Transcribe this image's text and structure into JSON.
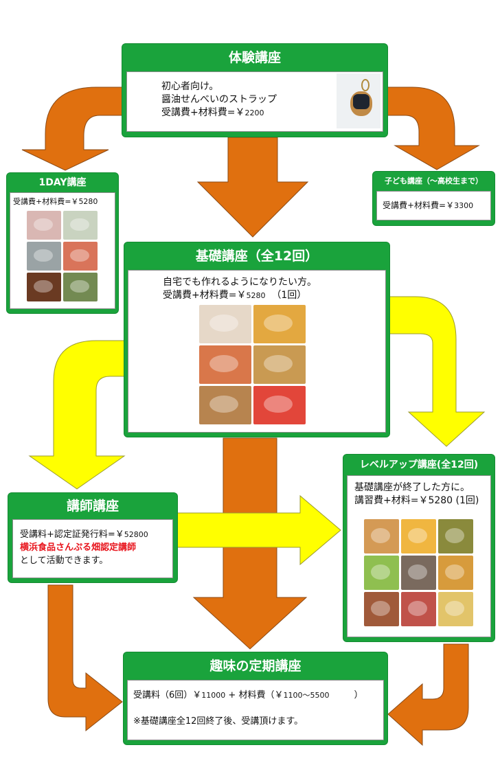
{
  "colors": {
    "box_green": "#1aa33c",
    "arrow_orange": "#e0700f",
    "arrow_yellow": "#ffff00",
    "highlight_red": "#e8141c"
  },
  "taiken": {
    "title": "体験講座",
    "line1": "初心者向け。",
    "line2": "醤油せんべいのストラップ",
    "fee_label": "受講費+材料費=￥",
    "fee_value": "2200",
    "image": "senbei-strap-photo"
  },
  "oneday": {
    "title": "1DAY講座",
    "fee_label": "受講費+材料費=￥",
    "fee_value": "5280",
    "photos": [
      "roll-cake",
      "onigiri",
      "oyster",
      "sushi",
      "steak",
      "matcha-set"
    ]
  },
  "kodomo": {
    "title": "子ども講座（～高校生まで）",
    "fee_label": "受講費+材料費=￥",
    "fee_value": "3300"
  },
  "kiso": {
    "title": "基礎講座（全12回）",
    "line1": "自宅でも作れるようになりたい方。",
    "fee_label": "受講費+材料費=￥",
    "fee_value": "5280",
    "fee_note": "（1回）",
    "photos": [
      "cake-plate",
      "fruit-tart",
      "pasta",
      "tendon",
      "burger",
      "ramen-bowl"
    ]
  },
  "levelup": {
    "title": "レベルアップ講座(全12回)",
    "line1": "基礎講座が終了した方に。",
    "line2": "講習費+材料=￥5280 (1回)",
    "photos": [
      "karaage",
      "orange-juice",
      "dango",
      "edamame",
      "grilled-fish",
      "yakitori",
      "miso-soup",
      "fried-banana",
      "parfait"
    ]
  },
  "koshi": {
    "title": "講師講座",
    "fee_label": "受講料+認定証発行料=￥",
    "fee_value": "52800",
    "line_red": "横浜食品さんぷる畑認定講師",
    "line3": "として活動できます。"
  },
  "teiki": {
    "title": "趣味の定期講座",
    "fee_a": "受講料（6回）￥",
    "fee_a_value": "11000",
    "plus": "+",
    "fee_b": "材料費（￥",
    "fee_b_value": "1100～5500",
    "fee_b_close": "）",
    "note": "※基礎講座全12回終了後、受講頂けます。"
  }
}
